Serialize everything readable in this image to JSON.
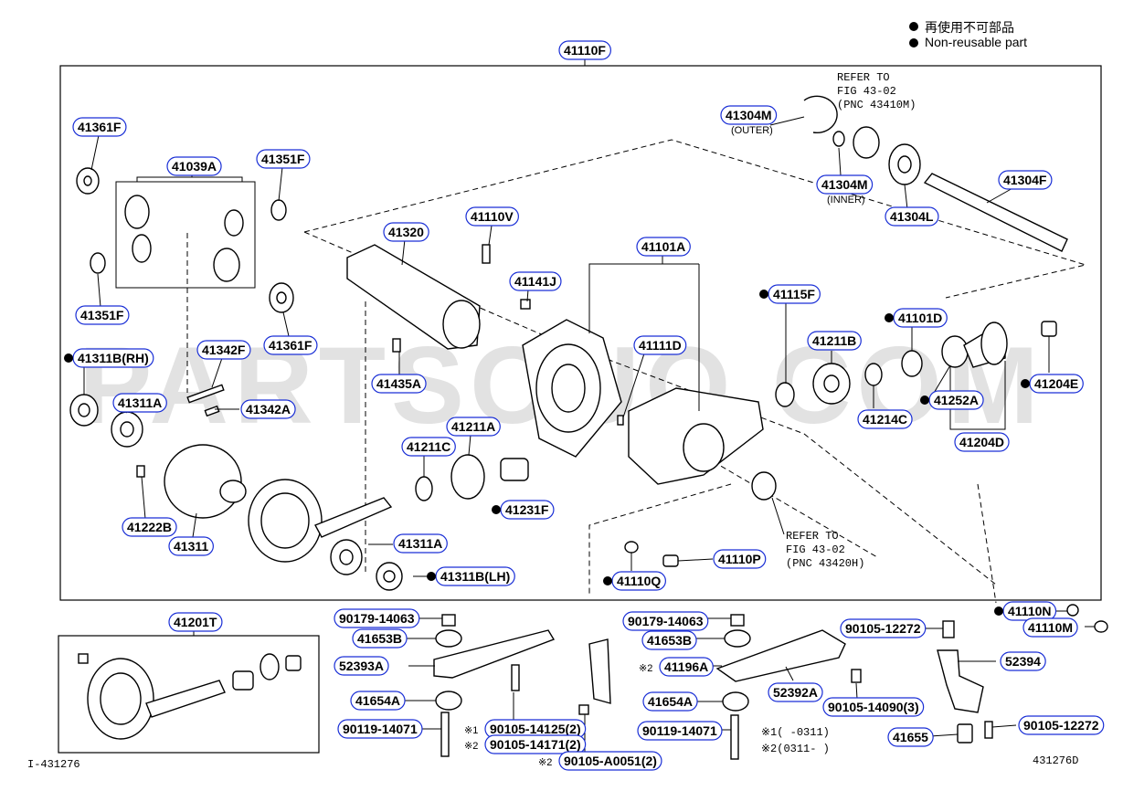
{
  "legend": {
    "items": [
      {
        "text": "再使用不可部品"
      },
      {
        "text": "Non-reusable part"
      }
    ]
  },
  "watermark": "PARTSOUQ.COM",
  "figure_id_left": "I-431276",
  "figure_id_right": "431276D",
  "box_main_label": "41110F",
  "box_small_label": "41201T",
  "refer_notes": [
    {
      "lines": [
        "REFER TO",
        "FIG 43-02",
        "(PNC 43410M)"
      ]
    },
    {
      "lines": [
        "REFER TO",
        "FIG 43-02",
        "(PNC 43420H)"
      ]
    }
  ],
  "notes": {
    "n1": "※1(      -0311)",
    "n2": "※2(0311-      )"
  },
  "parts": [
    {
      "code": "41361F",
      "nonreusable": false
    },
    {
      "code": "41039A",
      "nonreusable": false
    },
    {
      "code": "41351F",
      "nonreusable": false
    },
    {
      "code": "41351F",
      "nonreusable": false
    },
    {
      "code": "41361F",
      "nonreusable": false
    },
    {
      "code": "41311B(RH)",
      "nonreusable": true
    },
    {
      "code": "41311A",
      "nonreusable": false
    },
    {
      "code": "41342F",
      "nonreusable": false
    },
    {
      "code": "41342A",
      "nonreusable": false
    },
    {
      "code": "41222B",
      "nonreusable": false
    },
    {
      "code": "41311",
      "nonreusable": false
    },
    {
      "code": "41320",
      "nonreusable": false
    },
    {
      "code": "41435A",
      "nonreusable": false
    },
    {
      "code": "41211C",
      "nonreusable": false
    },
    {
      "code": "41211A",
      "nonreusable": false
    },
    {
      "code": "41231F",
      "nonreusable": true
    },
    {
      "code": "41311A",
      "nonreusable": false
    },
    {
      "code": "41311B(LH)",
      "nonreusable": true
    },
    {
      "code": "41110V",
      "nonreusable": false
    },
    {
      "code": "41141J",
      "nonreusable": false
    },
    {
      "code": "41101A",
      "nonreusable": false
    },
    {
      "code": "41111D",
      "nonreusable": false
    },
    {
      "code": "41115F",
      "nonreusable": true
    },
    {
      "code": "41304M",
      "nonreusable": false,
      "sub": "(OUTER)"
    },
    {
      "code": "41304M",
      "nonreusable": false,
      "sub": "(INNER)"
    },
    {
      "code": "41304L",
      "nonreusable": false
    },
    {
      "code": "41304F",
      "nonreusable": false
    },
    {
      "code": "41211B",
      "nonreusable": false
    },
    {
      "code": "41101D",
      "nonreusable": true
    },
    {
      "code": "41214C",
      "nonreusable": false
    },
    {
      "code": "41252A",
      "nonreusable": true
    },
    {
      "code": "41204E",
      "nonreusable": true
    },
    {
      "code": "41204D",
      "nonreusable": false
    },
    {
      "code": "41110P",
      "nonreusable": false
    },
    {
      "code": "41110Q",
      "nonreusable": true
    },
    {
      "code": "41110N",
      "nonreusable": true
    },
    {
      "code": "41110M",
      "nonreusable": false
    },
    {
      "code": "90179-14063",
      "nonreusable": false
    },
    {
      "code": "41653B",
      "nonreusable": false
    },
    {
      "code": "52393A",
      "nonreusable": false
    },
    {
      "code": "41654A",
      "nonreusable": false
    },
    {
      "code": "90119-14071",
      "nonreusable": false
    },
    {
      "code": "90105-14125(2)",
      "nonreusable": false,
      "prefix": "※1"
    },
    {
      "code": "90105-14171(2)",
      "nonreusable": false,
      "prefix": "※2"
    },
    {
      "code": "90105-A0051(2)",
      "nonreusable": false,
      "prefix": "※2"
    },
    {
      "code": "90179-14063",
      "nonreusable": false
    },
    {
      "code": "41653B",
      "nonreusable": false
    },
    {
      "code": "41196A",
      "nonreusable": false,
      "prefix": "※2"
    },
    {
      "code": "41654A",
      "nonreusable": false
    },
    {
      "code": "90119-14071",
      "nonreusable": false
    },
    {
      "code": "52392A",
      "nonreusable": false
    },
    {
      "code": "90105-14090(3)",
      "nonreusable": false
    },
    {
      "code": "90105-12272",
      "nonreusable": false
    },
    {
      "code": "52394",
      "nonreusable": false
    },
    {
      "code": "41655",
      "nonreusable": false
    },
    {
      "code": "90105-12272",
      "nonreusable": false
    },
    {
      "code": "41201T",
      "nonreusable": false
    },
    {
      "code": "41110F",
      "nonreusable": false
    }
  ]
}
